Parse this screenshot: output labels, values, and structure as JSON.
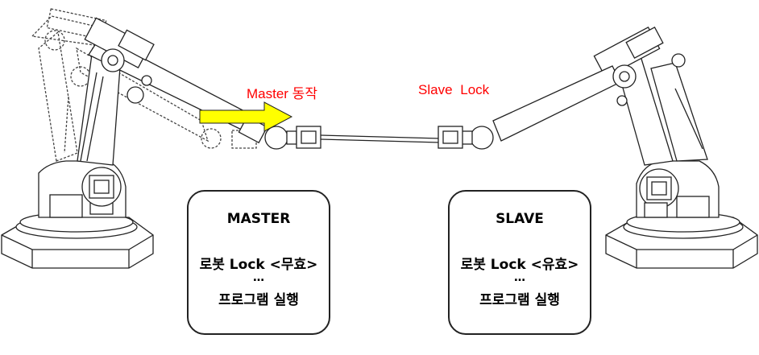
{
  "labels": {
    "master_action": "Master 동작",
    "slave_action": "Slave Lock"
  },
  "master_box": {
    "title": "MASTER",
    "line1": "로봇 Lock <무효>",
    "line2": "…",
    "line3": "프로그램 실행"
  },
  "slave_box": {
    "title": "SLAVE",
    "line1": "로봇 Lock <유효>",
    "line2": "…",
    "line3": "프로그램 실행"
  },
  "colors": {
    "label_text": "#ff0000",
    "arrow_fill": "#ffff00",
    "line": "#222222"
  }
}
